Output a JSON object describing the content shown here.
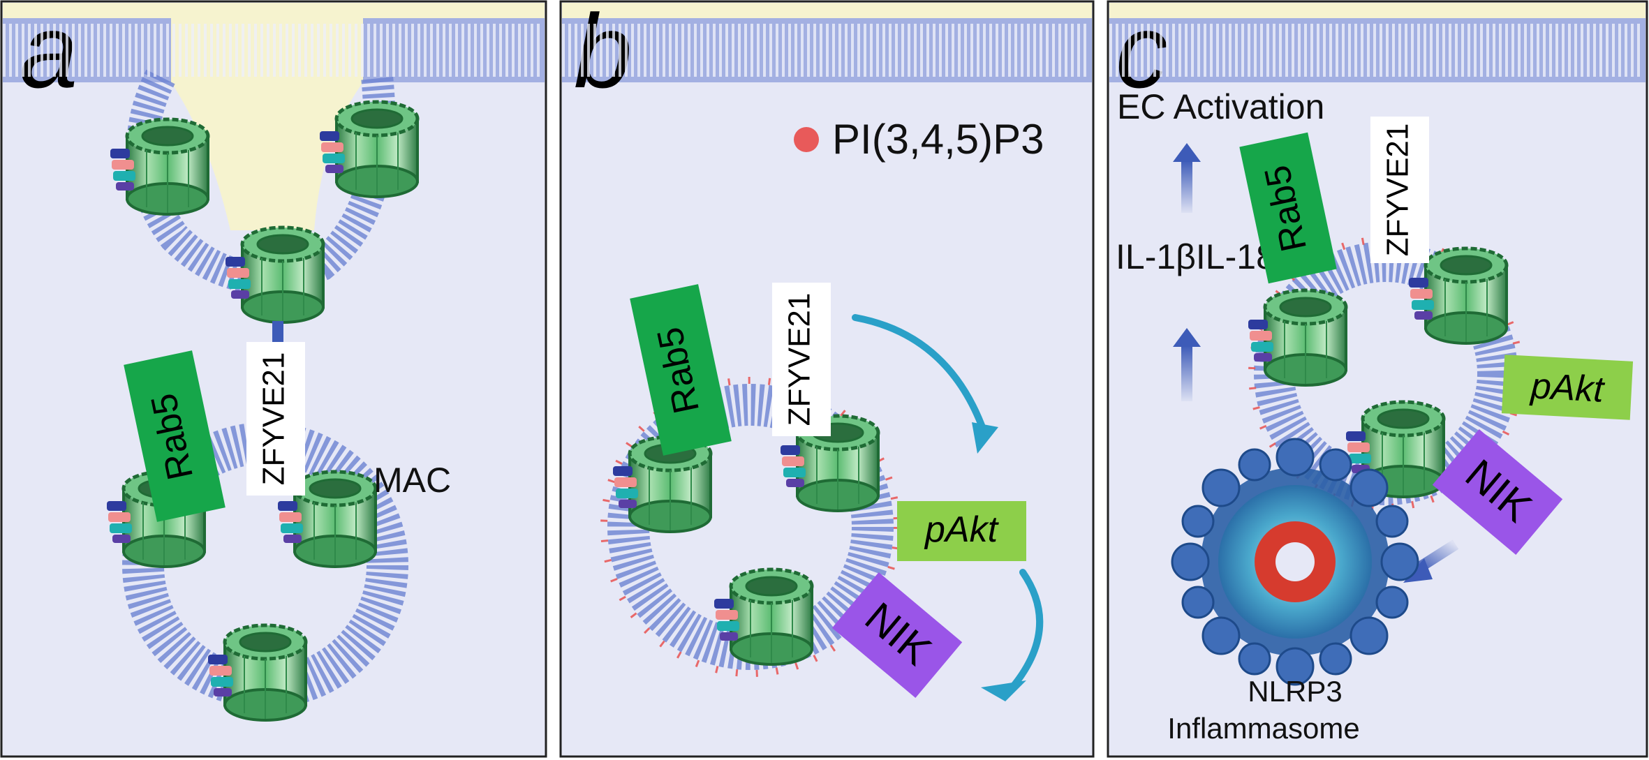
{
  "figure": {
    "panels": [
      {
        "letter": "a",
        "labels": {
          "rab5": "Rab5",
          "zfyve21": "ZFYVE21",
          "mac": "MAC"
        }
      },
      {
        "letter": "b",
        "legend": "PI(3,4,5)P3",
        "labels": {
          "rab5": "Rab5",
          "zfyve21": "ZFYVE21",
          "pakt": "pAkt",
          "nik": "NIK"
        }
      },
      {
        "letter": "c",
        "labels": {
          "activation": "EC Activation",
          "cytokines": "IL-1βIL-18",
          "rab5": "Rab5",
          "zfyve21": "ZFYVE21",
          "pakt": "pAkt",
          "nik": "NIK",
          "nlrp3": "NLRP3",
          "inflammasome": "Inflammasome"
        }
      }
    ]
  },
  "colors": {
    "panel_bg": "#e6e8f6",
    "membrane_top": "#f6f3cf",
    "lipid": "#6c82d2",
    "pip3_dot": "#e85a5a",
    "channel_green": "#3faa5e",
    "rab5_box": "#16a64a",
    "zfyve21_box": "#ffffff",
    "pakt_box": "#8dcf4a",
    "nik_box": "#9a55e8",
    "cyan_arrow": "#2aa0c8",
    "blue_arrow": "#3d5bb8",
    "inflammasome_outer": "#3f6db8",
    "inflammasome_inner": "#d63b2e"
  }
}
